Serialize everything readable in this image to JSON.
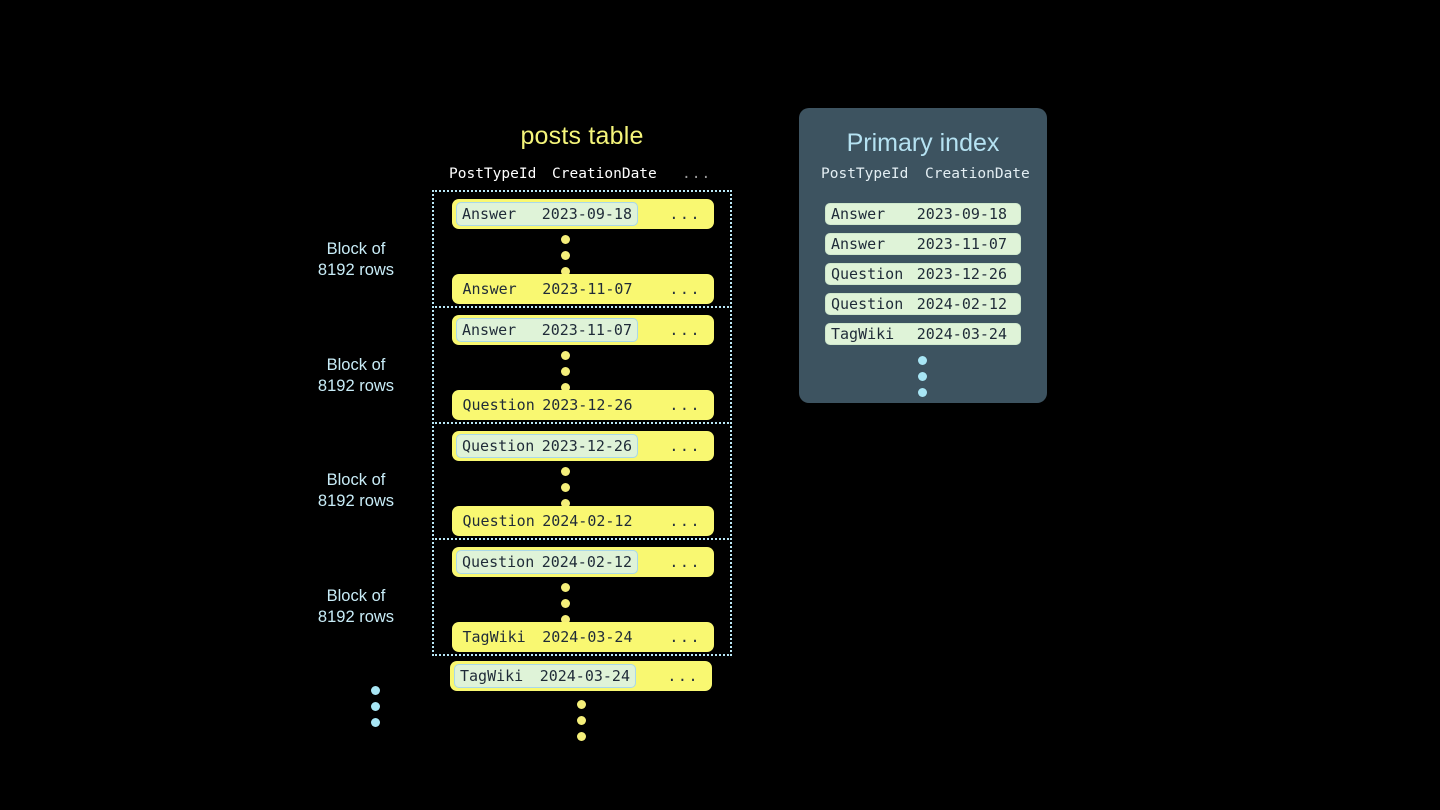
{
  "posts_table": {
    "title": "posts table",
    "columns": [
      "PostTypeId",
      "CreationDate",
      "..."
    ],
    "row_tail": "...",
    "blocks": [
      {
        "label_line1": "Block of",
        "label_line2": "8192 rows",
        "first_row": {
          "post_type_id": "Answer",
          "creation_date": "2023-09-18",
          "highlighted": true
        },
        "last_row": {
          "post_type_id": "Answer",
          "creation_date": "2023-11-07",
          "highlighted": false
        }
      },
      {
        "label_line1": "Block of",
        "label_line2": "8192 rows",
        "first_row": {
          "post_type_id": "Answer",
          "creation_date": "2023-11-07",
          "highlighted": true
        },
        "last_row": {
          "post_type_id": "Question",
          "creation_date": "2023-12-26",
          "highlighted": false
        }
      },
      {
        "label_line1": "Block of",
        "label_line2": "8192 rows",
        "first_row": {
          "post_type_id": "Question",
          "creation_date": "2023-12-26",
          "highlighted": true
        },
        "last_row": {
          "post_type_id": "Question",
          "creation_date": "2024-02-12",
          "highlighted": false
        }
      },
      {
        "label_line1": "Block of",
        "label_line2": "8192 rows",
        "first_row": {
          "post_type_id": "Question",
          "creation_date": "2024-02-12",
          "highlighted": true
        },
        "last_row": {
          "post_type_id": "TagWiki",
          "creation_date": "2024-03-24",
          "highlighted": false
        }
      }
    ],
    "trailing_row": {
      "post_type_id": "TagWiki",
      "creation_date": "2024-03-24",
      "highlighted": true
    }
  },
  "primary_index": {
    "title": "Primary index",
    "columns": [
      "PostTypeId",
      "CreationDate"
    ],
    "rows": [
      {
        "post_type_id": "Answer",
        "creation_date": "2023-09-18"
      },
      {
        "post_type_id": "Answer",
        "creation_date": "2023-11-07"
      },
      {
        "post_type_id": "Question",
        "creation_date": "2023-12-26"
      },
      {
        "post_type_id": "Question",
        "creation_date": "2024-02-12"
      },
      {
        "post_type_id": "TagWiki",
        "creation_date": "2024-03-24"
      }
    ]
  },
  "colors": {
    "background": "#000000",
    "row_yellow": "#f9f871",
    "highlight_green": "#dff3d8",
    "highlight_border": "#a9d8ea",
    "accent_blue": "#b5e2f2",
    "panel_slate": "#3d5360",
    "title_yellow": "#f5f57a",
    "dot_yellow": "#f5ef7a",
    "dot_blue": "#a8e6f5"
  }
}
